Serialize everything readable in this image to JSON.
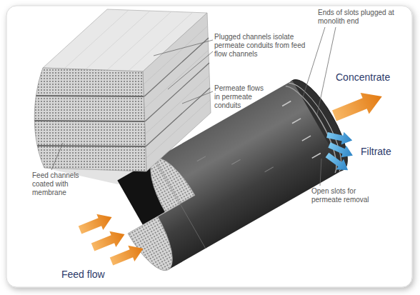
{
  "diagram": {
    "labels": [
      "Plugged channels isolate permeate conduits from feed flow channels",
      "Ends of slots plugged at monolith end",
      "Concentrate",
      "Permeate flows in permeate conduits",
      "Filtrate",
      "Open slots for permeate removal",
      "Feed channels coated with membrane",
      "Feed flow"
    ]
  }
}
